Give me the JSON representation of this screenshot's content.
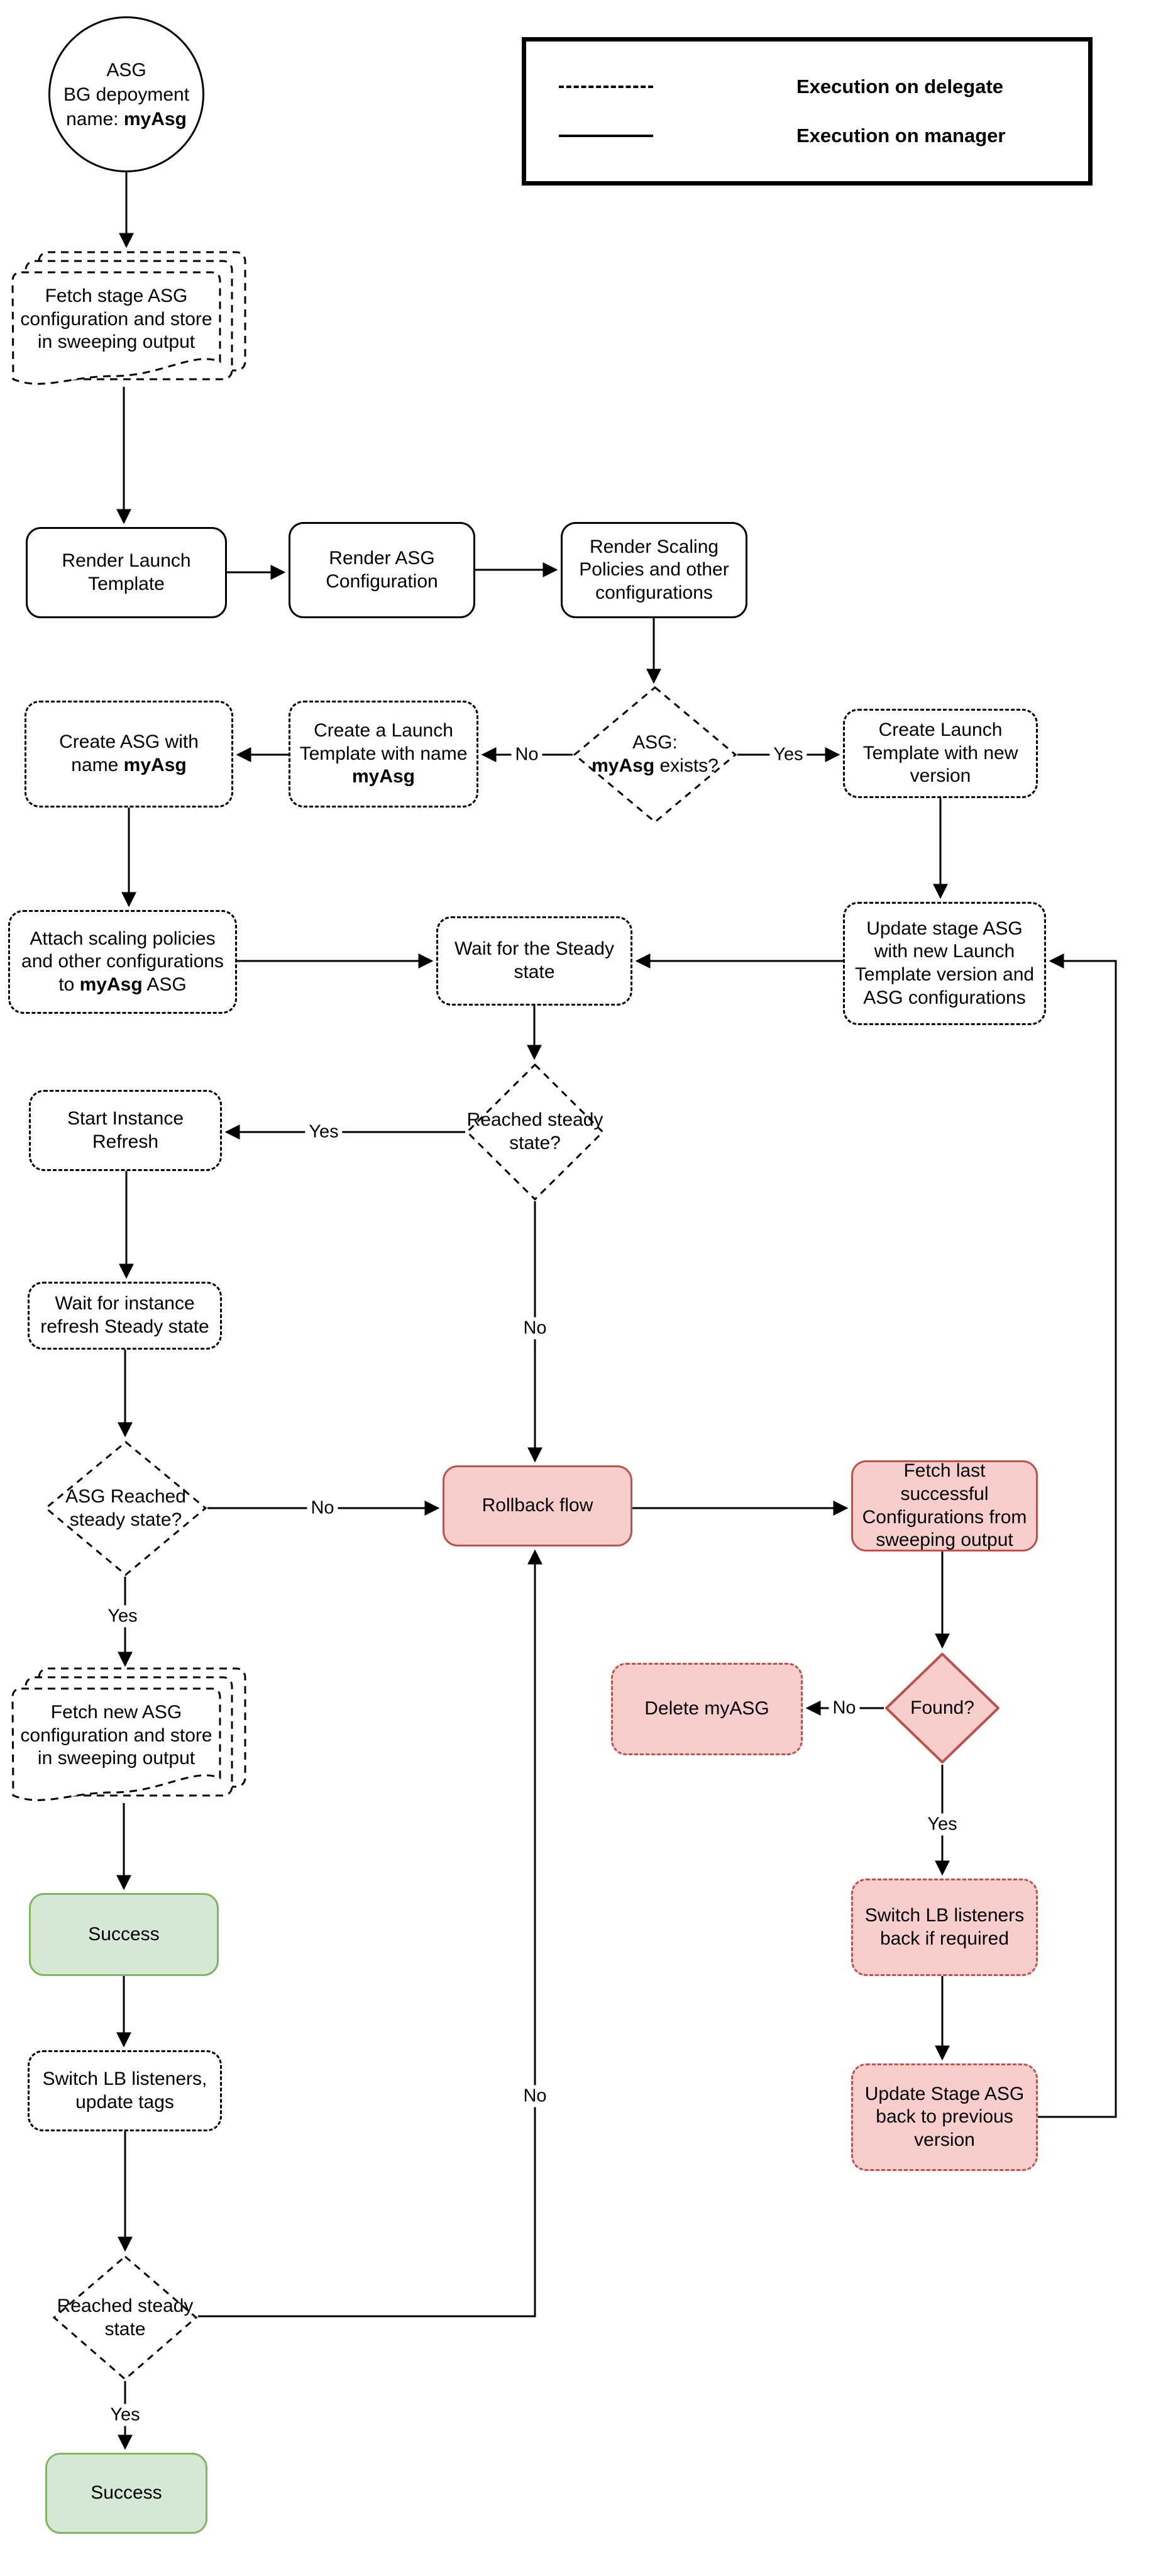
{
  "legend": {
    "items": [
      {
        "line_style": "dashed",
        "label": "Execution on delegate"
      },
      {
        "line_style": "solid",
        "label": "Execution on manager"
      }
    ]
  },
  "labels": {
    "yes": "Yes",
    "no": "No"
  },
  "colors": {
    "pink_fill": "#f8cecc",
    "pink_border": "#b85450",
    "green_fill": "#d5e8d4",
    "green_border": "#82b366",
    "line": "#000000",
    "background": "#ffffff"
  },
  "nodes": {
    "start": {
      "line1": "ASG",
      "line2": "BG depoyment",
      "line3_prefix": "name: ",
      "line3_bold": "myAsg"
    },
    "fetch_stage": {
      "text": "Fetch stage ASG configuration and store in sweeping output"
    },
    "render_launch_template": {
      "text": "Render Launch Template"
    },
    "render_asg_configuration": {
      "text": "Render ASG Configuration"
    },
    "render_scaling_policies": {
      "text": "Render Scaling Policies and other configurations"
    },
    "asg_exists_decision": {
      "line1": "ASG:",
      "bold": "myAsg",
      "suffix": " exists?"
    },
    "create_launch_template_new_version": {
      "text": "Create Launch Template with new version"
    },
    "create_launch_template_named": {
      "prefix": "Create a Launch Template with name ",
      "bold": "myAsg"
    },
    "create_asg_named": {
      "prefix": "Create ASG with name ",
      "bold": "myAsg"
    },
    "attach_scaling_policies": {
      "prefix": "Attach scaling policies and other configurations to ",
      "bold": "myAsg",
      "suffix": " ASG"
    },
    "wait_for_steady_state": {
      "text": "Wait for the Steady state"
    },
    "update_stage_asg": {
      "text": "Update stage ASG with new Launch Template version and ASG configurations"
    },
    "reached_steady_state_decision": {
      "text": "Reached steady state?"
    },
    "start_instance_refresh": {
      "text": "Start Instance Refresh"
    },
    "wait_instance_refresh": {
      "text": "Wait for instance refresh Steady state"
    },
    "asg_reached_steady_state_decision": {
      "text": "ASG Reached steady state?"
    },
    "rollback_flow": {
      "text": "Rollback flow"
    },
    "fetch_last_successful": {
      "text": "Fetch last successful Configurations from sweeping output"
    },
    "found_decision": {
      "text": "Found?"
    },
    "delete_my_asg": {
      "text": "Delete myASG"
    },
    "switch_lb_listeners_back": {
      "text": "Switch LB listeners back if required"
    },
    "update_stage_asg_back": {
      "text": "Update Stage ASG back to previous version"
    },
    "fetch_new_asg_config": {
      "text": "Fetch new ASG configuration and store in sweeping output"
    },
    "success_mid": {
      "text": "Success"
    },
    "switch_lb_listeners": {
      "text": "Switch LB listeners, update tags"
    },
    "reached_steady_state_final": {
      "text": "Reached steady state"
    },
    "success_final": {
      "text": "Success"
    }
  }
}
